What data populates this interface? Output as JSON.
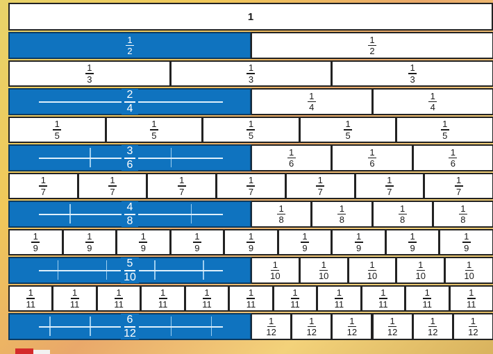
{
  "wall": {
    "whole": "1",
    "rows": [
      {
        "n": 2,
        "label": "½",
        "num": "1",
        "den": "2",
        "shaded": 1,
        "merged": null
      },
      {
        "n": 3,
        "num": "1",
        "den": "3",
        "shaded": 0,
        "merged": null
      },
      {
        "n": 4,
        "num": "1",
        "den": "4",
        "shaded": 2,
        "merged": {
          "num": "2",
          "den": "4"
        }
      },
      {
        "n": 5,
        "num": "1",
        "den": "5",
        "shaded": 0,
        "merged": null
      },
      {
        "n": 6,
        "num": "1",
        "den": "6",
        "shaded": 3,
        "merged": {
          "num": "3",
          "den": "6"
        }
      },
      {
        "n": 7,
        "num": "1",
        "den": "7",
        "shaded": 0,
        "merged": null
      },
      {
        "n": 8,
        "num": "1",
        "den": "8",
        "shaded": 4,
        "merged": {
          "num": "4",
          "den": "8"
        }
      },
      {
        "n": 9,
        "num": "1",
        "den": "9",
        "shaded": 0,
        "merged": null
      },
      {
        "n": 10,
        "num": "1",
        "den": "10",
        "shaded": 5,
        "merged": {
          "num": "5",
          "den": "10"
        }
      },
      {
        "n": 11,
        "num": "1",
        "den": "11",
        "shaded": 0,
        "merged": null
      },
      {
        "n": 12,
        "num": "1",
        "den": "12",
        "shaded": 6,
        "merged": {
          "num": "6",
          "den": "12"
        }
      }
    ]
  },
  "colors": {
    "shaded": "#0f73bf",
    "cell": "#ffffff",
    "border": "#222222"
  }
}
